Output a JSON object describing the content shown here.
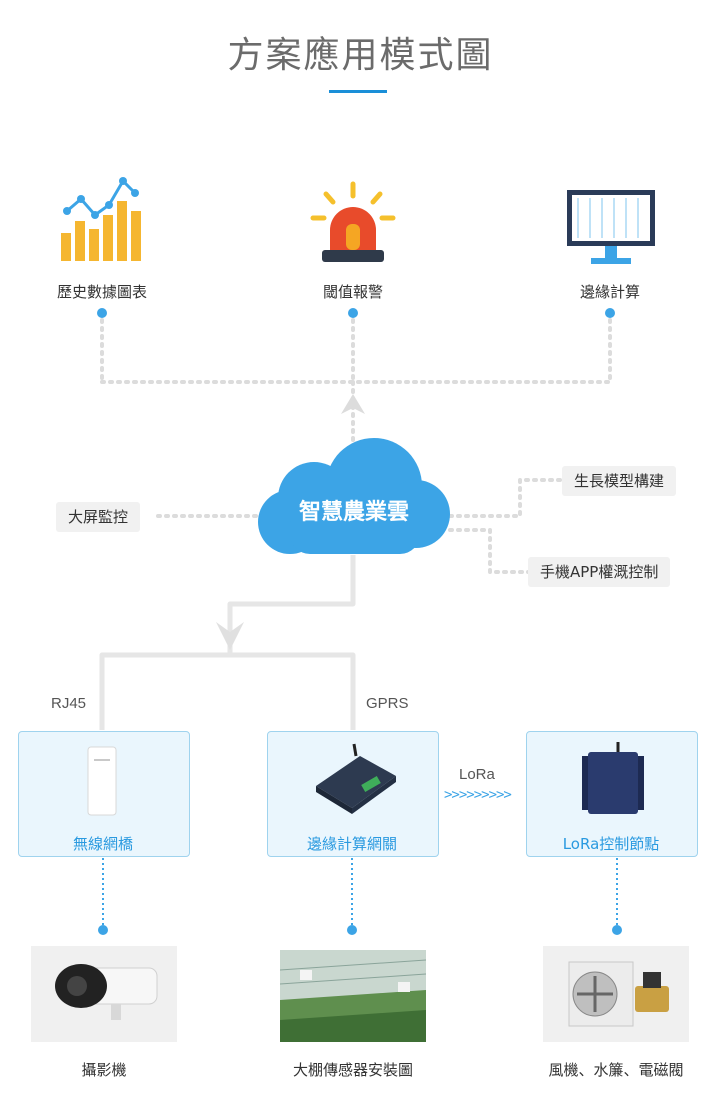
{
  "title": "方案應用模式圖",
  "top_items": [
    {
      "label": "歷史數據圖表",
      "icon": "bar-chart-icon"
    },
    {
      "label": "閾值報警",
      "icon": "alarm-light-icon"
    },
    {
      "label": "邊緣計算",
      "icon": "monitor-icon"
    }
  ],
  "cloud": {
    "label": "智慧農業雲"
  },
  "side_tags": {
    "left": "大屏監控",
    "right_top": "生長模型構建",
    "right_bottom": "手機APP權溉控制"
  },
  "protocols": {
    "rj45": "RJ45",
    "gprs": "GPRS",
    "lora": "LoRa",
    "arrows": ">>>>>>>>>"
  },
  "devices": [
    {
      "label": "無線網橋"
    },
    {
      "label": "邊緣計算網關"
    },
    {
      "label": "LoRa控制節點"
    }
  ],
  "bottom_items": [
    {
      "label": "攝影機"
    },
    {
      "label": "大棚傳感器安裝圖"
    },
    {
      "label": "風機、水簾、電磁閥"
    }
  ],
  "colors": {
    "accent": "#1a8fd8",
    "cloud": "#3ca4e6",
    "card_border": "#9fd3ee",
    "card_bg": "#eaf6fd"
  }
}
